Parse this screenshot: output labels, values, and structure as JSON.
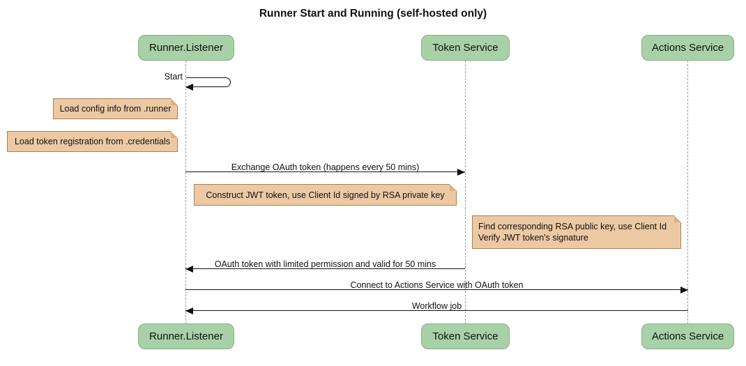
{
  "diagram": {
    "title": "Runner Start and Running (self-hosted only)",
    "participants": [
      {
        "label": "Runner.Listener"
      },
      {
        "label": "Token Service"
      },
      {
        "label": "Actions Service"
      }
    ],
    "messages": {
      "start": "Start",
      "exchange": "Exchange OAuth token (happens every 50 mins)",
      "oauth_return": "OAuth token with limited permission and valid for 50 mins",
      "connect": "Connect to Actions Service with OAuth token",
      "workflow": "Workflow job"
    },
    "notes": [
      {
        "text": "Load config info from .runner"
      },
      {
        "text": "Load token registration from .credentials"
      },
      {
        "text": "Construct JWT token, use Client Id signed by RSA private key"
      },
      {
        "line1": "Find corresponding RSA public key, use Client Id",
        "line2": "Verify JWT token's signature"
      }
    ],
    "colors": {
      "participant_fill": "#a8d1a8",
      "participant_border": "#80b080",
      "note_fill": "#ecc9a3",
      "note_border": "#a88052",
      "note_fold": "#d9b182",
      "lifeline": "#9a9a9a",
      "message_line": "#111111",
      "text": "#111111",
      "background": "#ffffff"
    }
  }
}
